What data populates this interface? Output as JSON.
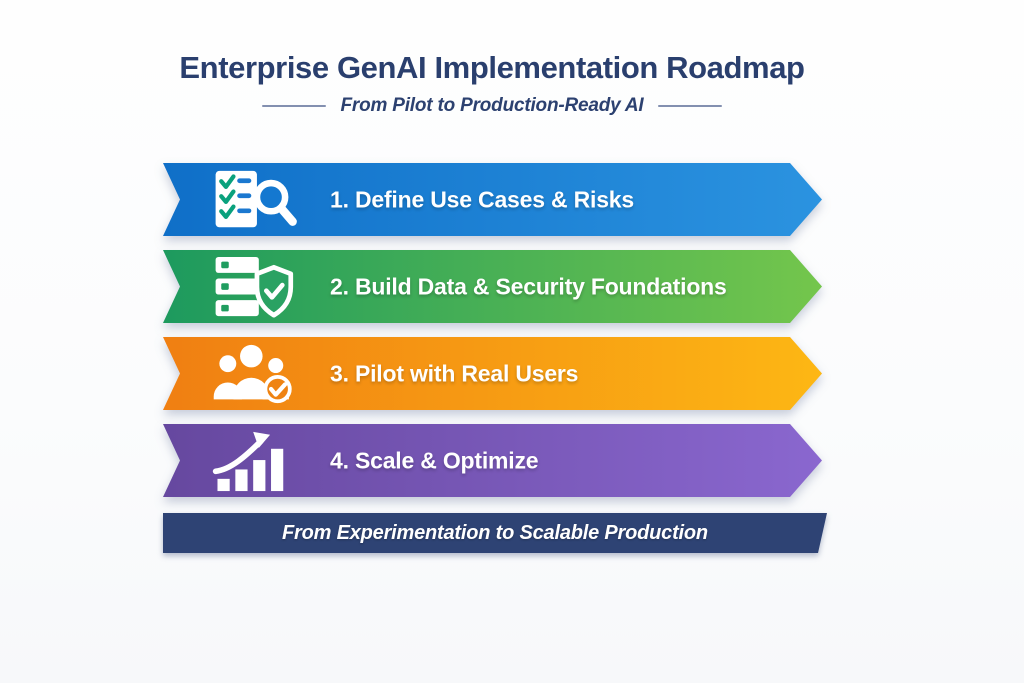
{
  "header": {
    "title": "Enterprise GenAI Implementation Roadmap",
    "subtitle": "From Pilot to Production-Ready AI"
  },
  "steps": [
    {
      "label": "1. Define Use Cases & Risks",
      "icon": "checklist-search-icon",
      "color_from": "#0f6fc8",
      "color_to": "#2b93e0"
    },
    {
      "label": "2. Build Data & Security Foundations",
      "icon": "server-shield-icon",
      "color_from": "#1d9a5e",
      "color_to": "#74c64c"
    },
    {
      "label": "3. Pilot with Real Users",
      "icon": "users-check-icon",
      "color_from": "#f07f12",
      "color_to": "#fdb714"
    },
    {
      "label": "4. Scale & Optimize",
      "icon": "growth-chart-icon",
      "color_from": "#66489f",
      "color_to": "#8a67cf"
    }
  ],
  "footer": {
    "label": "From Experimentation to Scalable Production",
    "background": "#2e4374"
  },
  "colors": {
    "title_text": "#2a3f6e",
    "subtitle_text": "#2c4170",
    "banner_text": "#ffffff",
    "background": "#fbfcfd"
  }
}
